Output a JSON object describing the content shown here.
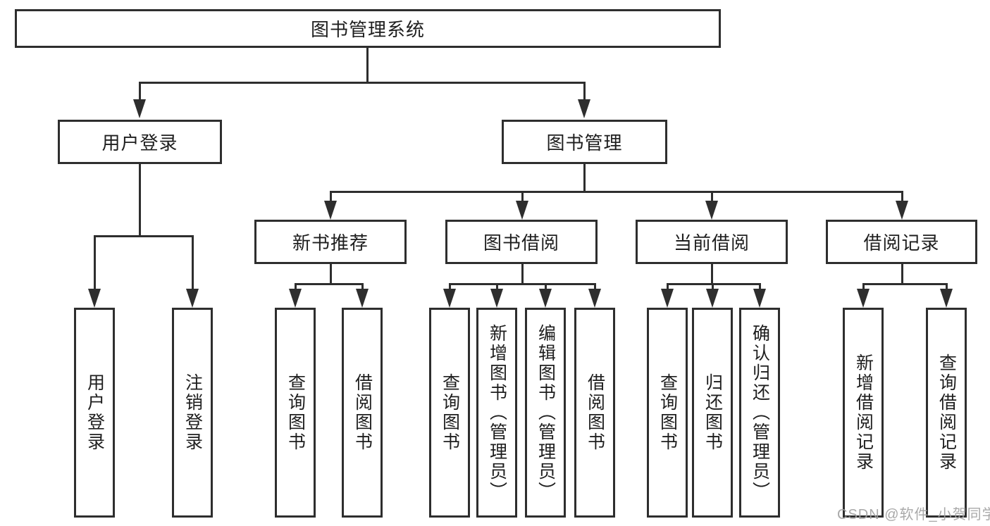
{
  "colors": {
    "line": "#2e2e2e",
    "box_border": "#2e2e2e",
    "box_background": "#ffffff",
    "text": "#1e1e1e",
    "watermark": "#a2a2a2"
  },
  "diagram": {
    "root_label": "图书管理系统",
    "branches": [
      {
        "label": "用户登录",
        "children": [
          "用户登录",
          "注销登录"
        ]
      },
      {
        "label": "图书管理",
        "sections": [
          {
            "label": "新书推荐",
            "children": [
              "查询图书",
              "借阅图书"
            ]
          },
          {
            "label": "图书借阅",
            "children": [
              "查询图书",
              "新增图书（管理员）",
              "编辑图书（管理员）",
              "借阅图书"
            ]
          },
          {
            "label": "当前借阅",
            "children": [
              "查询图书",
              "归还图书",
              "确认归还（管理员）"
            ]
          },
          {
            "label": "借阅记录",
            "children": [
              "新增借阅记录",
              "查询借阅记录"
            ]
          }
        ]
      }
    ]
  },
  "watermark": {
    "text": "CSDN @软件_小贺同学"
  }
}
